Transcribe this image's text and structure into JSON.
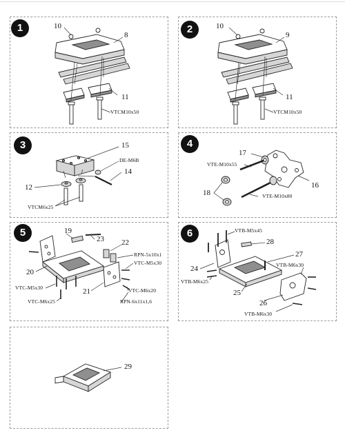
{
  "panels": [
    {
      "number": "1",
      "labels": {
        "a": "10",
        "b": "8",
        "c": "11",
        "d": "VTCM10x50"
      }
    },
    {
      "number": "2",
      "labels": {
        "a": "10",
        "b": "9",
        "c": "11",
        "d": "VTCM10x50"
      }
    },
    {
      "number": "3",
      "labels": {
        "a": "15",
        "b": "DE-M6B",
        "c": "14",
        "d": "12",
        "e": "VTCM6x25"
      }
    },
    {
      "number": "4",
      "labels": {
        "a": "17",
        "b": "VTE-M10x55",
        "c": "16",
        "d": "18",
        "e": "VTE-M10x80"
      }
    },
    {
      "number": "5",
      "labels": {
        "a": "19",
        "b": "23",
        "c": "22",
        "d": "RPN-5x10x1",
        "e": "VTC-M5x30",
        "f": "20",
        "g": "VTC-M5x30",
        "h": "21",
        "i": "VTC-M6x20",
        "j": "VTC-M6x25",
        "k": "RPN-6x11x1,6"
      }
    },
    {
      "number": "6",
      "labels": {
        "a": "VTB-M5x45",
        "b": "28",
        "c": "27",
        "d": "24",
        "e": "VTB-M6x30",
        "f": "VTB-M6x25",
        "g": "25",
        "h": "26",
        "i": "VTB-M6x30"
      }
    },
    {
      "number": "",
      "labels": {
        "a": "29"
      }
    }
  ]
}
